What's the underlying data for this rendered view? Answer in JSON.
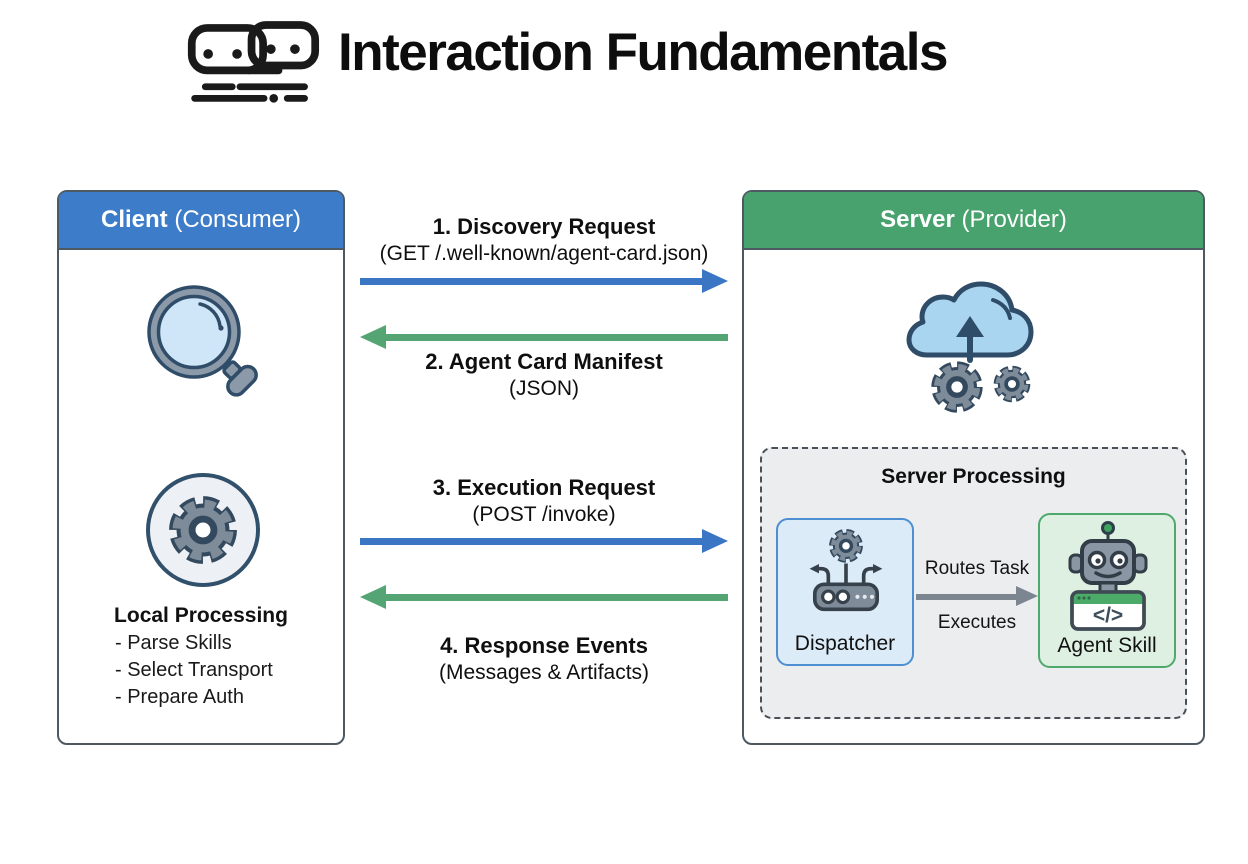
{
  "title": {
    "text": "Interaction Fundamentals"
  },
  "client_panel": {
    "header": {
      "bold": "Client",
      "normal": " (Consumer)"
    },
    "icons": {
      "top": "magnifier-icon",
      "middle": "gear-circle-icon"
    },
    "local_processing": {
      "title": "Local Processing",
      "items": [
        "- Parse Skills",
        "- Select Transport",
        "- Prepare Auth"
      ]
    }
  },
  "server_panel": {
    "header": {
      "bold": "Server",
      "normal": " (Provider)"
    },
    "icons": {
      "top": "cloud-upload-gears-icon"
    },
    "processing": {
      "title": "Server Processing",
      "dispatcher": {
        "label": "Dispatcher",
        "icon": "dispatcher-router-icon"
      },
      "agent_skill": {
        "label": "Agent Skill",
        "icon": "robot-code-window-icon"
      },
      "flow": {
        "top_label": "Routes Task",
        "bottom_label": "Executes"
      }
    }
  },
  "messages": [
    {
      "num_title": "1. Discovery Request",
      "subtitle": "(GET /.well-known/agent-card.json)",
      "direction": "right",
      "color": "#3b76c5"
    },
    {
      "num_title": "2. Agent Card Manifest",
      "subtitle": "(JSON)",
      "direction": "left",
      "color": "#55a474"
    },
    {
      "num_title": "3. Execution Request",
      "subtitle": "(POST /invoke)",
      "direction": "right",
      "color": "#3b76c5"
    },
    {
      "num_title": "4. Response Events",
      "subtitle": "(Messages & Artifacts)",
      "direction": "left",
      "color": "#55a474"
    }
  ],
  "colors": {
    "client_header": "#3d7cc9",
    "server_header": "#47a26e",
    "arrow_blue": "#3b76c5",
    "arrow_green": "#55a474",
    "flow_arrow_gray": "#7b8690",
    "panel_border": "#4e5a63",
    "processing_box_bg": "#ebedef",
    "dispatcher_bg": "#dcebf8",
    "dispatcher_border": "#4d8fd1",
    "agent_skill_bg": "#def0e2",
    "agent_skill_border": "#4fa96c",
    "icon_outline_navy": "#33495e",
    "icon_gray": "#7e8b99",
    "cloud_blue": "#a9d5f1",
    "robot_green": "#3da45e"
  }
}
